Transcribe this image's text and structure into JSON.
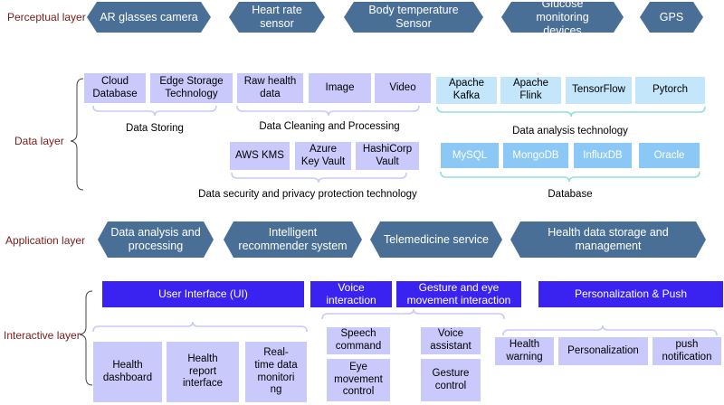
{
  "layers": {
    "perceptual": "Perceptual layer",
    "data": "Data layer",
    "application": "Application layer",
    "interactive": "Interactive layer"
  },
  "perceptual": {
    "items": [
      "AR glasses camera",
      "Heart rate\nsensor",
      "Body temperature\nSensor",
      "Glucose monitoring\ndevices",
      "GPS"
    ]
  },
  "data_layer": {
    "storing": {
      "items": [
        "Cloud\nDatabase",
        "Edge Storage\nTechnology"
      ],
      "caption": "Data Storing"
    },
    "cleaning": {
      "items": [
        "Raw health\ndata",
        "Image",
        "Video"
      ],
      "caption": "Data Cleaning and Processing"
    },
    "analysis": {
      "items": [
        "Apache\nKafka",
        "Apache\nFlink",
        "TensorFlow",
        "Pytorch"
      ],
      "caption": "Data analysis technology"
    },
    "database": {
      "items": [
        "MySQL",
        "MongoDB",
        "InfluxDB",
        "Oracle"
      ],
      "caption": "Database"
    },
    "security": {
      "items": [
        "AWS KMS",
        "Azure\nKey Vault",
        "HashiCorp\nVault"
      ],
      "caption": "Data security and privacy protection technology"
    }
  },
  "application": {
    "items": [
      "Data analysis and\nprocessing",
      "Intelligent\nrecommender system",
      "Telemedicine service",
      "Health data storage and\nmanagement"
    ]
  },
  "interactive": {
    "ui": {
      "title": "User Interface (UI)",
      "items": [
        "Health\ndashboard",
        "Health\nreport\ninterface",
        "Real-\ntime data\nmonitori\nng"
      ]
    },
    "voice": {
      "title": "Voice\ninteraction",
      "items": [
        "Speech\ncommand",
        "Voice\nassistant"
      ]
    },
    "gesture": {
      "title": "Gesture and eye\nmovement interaction",
      "items": [
        "Eye\nmovement\ncontrol",
        "Gesture\ncontrol"
      ]
    },
    "personal": {
      "title": "Personalization & Push",
      "items": [
        "Health\nwarning",
        "Personalization",
        "push\nnotification"
      ]
    }
  },
  "colors": {
    "hexagon": "#4a6f96",
    "lavender": "#c9c9fb",
    "light_cyan": "#c3e6fb",
    "sky": "#8cc8f6",
    "violet": "#3a22f0",
    "layer_label": "#7b1a1a"
  }
}
